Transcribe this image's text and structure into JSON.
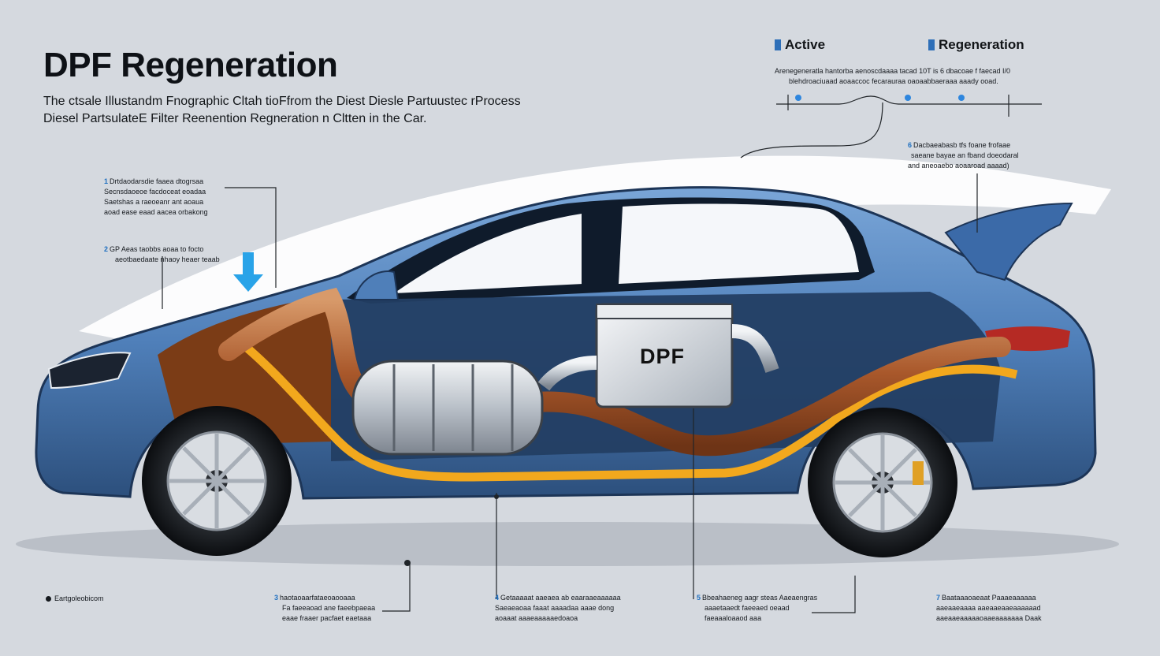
{
  "header": {
    "title": "DPF Regeneration",
    "subtitle_lines": [
      "The ctsale Illustandm Fnographic Cltah tioFfrom the Diest Diesle Partuustec rProcess",
      "Diesel PartsulateE Filter Reenention Regneration n Cltten in the Car."
    ]
  },
  "legend": {
    "active_label": "Active",
    "regeneration_label": "Regeneration",
    "description_lines": [
      "Arenegeneratla hantorba aenoscdaaaa tacad 10T is 6 dbacoae f faecad I/0",
      "blehdroaciuaad aoaaccoc fecarauraa oaoaabbaeraaa aaady ooad."
    ]
  },
  "callouts": {
    "top_left": {
      "num": "1",
      "lines": [
        "Drtdaodarsdie faaea dtogrsaa",
        "Secnsdaoeoe facdoceat eoadaa",
        "Saetshas a raeoeanr ant aoaua",
        "aoad ease eaad aacea orbakong"
      ]
    },
    "mid_left": {
      "num": "2",
      "lines": [
        "GP Aeas taobbs aoaa to focto",
        "aeotbaedaate nhaoy heaer teaab"
      ]
    },
    "right": {
      "num": "6",
      "lines": [
        "Dacbaeabasb tfs foane frofaae",
        "saeane bayae an fband doeodaral",
        "and aneoaebo aoaaroad aaaad)"
      ]
    },
    "bottom_1": {
      "num": "3",
      "lines": [
        "haotaoaarfataeoaooaaa",
        "Fa faeeaoad ane faeebpaeaa",
        "eaae fraaer pacfaet eaetaaa"
      ]
    },
    "bottom_2": {
      "num": "4",
      "lines": [
        "Getaaaaat aaeaea ab eaaraaeaaaaaa",
        "Saeaeaoaa faaat aaaadaa aaae dong",
        "aoaaat aaaeaaaaaedoaoa"
      ]
    },
    "bottom_3": {
      "num": "5",
      "lines": [
        "Bbeahaeneg aagr steas Aaeaengras",
        "aaaetaaedt faeeaed oeaad",
        "faeaaaloaaod aaa"
      ]
    },
    "bottom_4": {
      "num": "7",
      "lines": [
        "Baataaaoaeaat Paaaeaaaaaa",
        "aaeaaeaaaa aaeaaeaaeaaaaaad",
        "aaeaaeaaaaaoaaeaaaaaaa Daak"
      ]
    }
  },
  "component": {
    "dpf_label": "DPF"
  },
  "footer": {
    "brand": "Eartgoleobicom"
  },
  "colors": {
    "background": "#d5d9df",
    "car_body": "#5b89c2",
    "car_dark": "#1d3557",
    "accent_blue": "#2e86de",
    "exhaust_copper": "#b06a3b",
    "heat_orange": "#f2a81d",
    "metal": "#c8cdd4"
  }
}
